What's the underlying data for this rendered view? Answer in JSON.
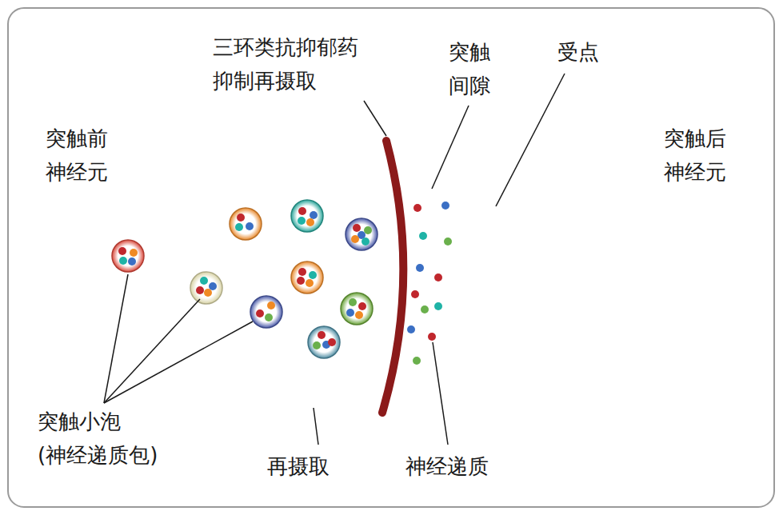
{
  "diagram": {
    "labels": [
      "三环类抗抑郁药 抑制再摄取",
      "突触 间隙",
      "受点",
      "突触前 神经元",
      "突触后 神经元",
      "突触小泡 (神经递质包)",
      "再摄取",
      "神经递质"
    ]
  }
}
